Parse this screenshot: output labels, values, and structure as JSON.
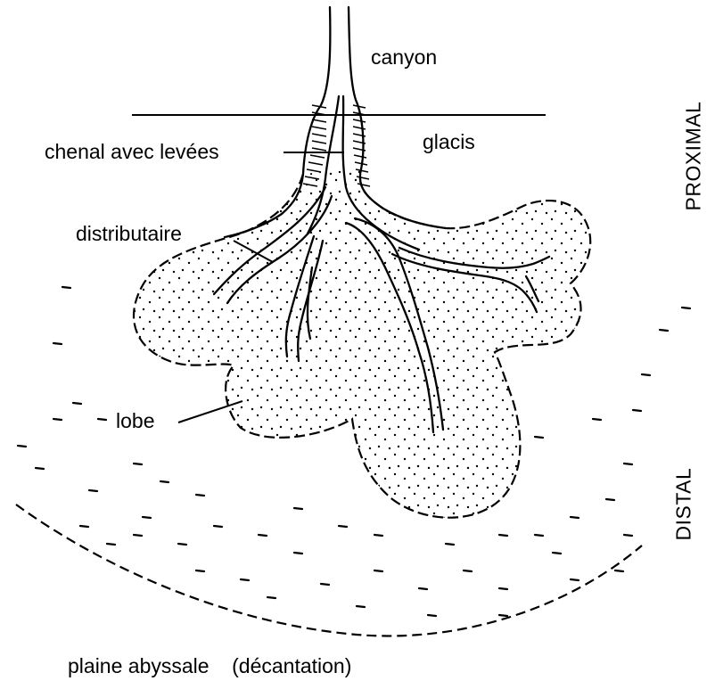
{
  "labels": {
    "canyon": "canyon",
    "glacis": "glacis",
    "channel": "chenal avec levées",
    "distributary": "distributaire",
    "lobe": "lobe",
    "plain": "plaine abyssale    (décantation)",
    "proximal": "PROXIMAL",
    "distal": "DISTAL"
  }
}
